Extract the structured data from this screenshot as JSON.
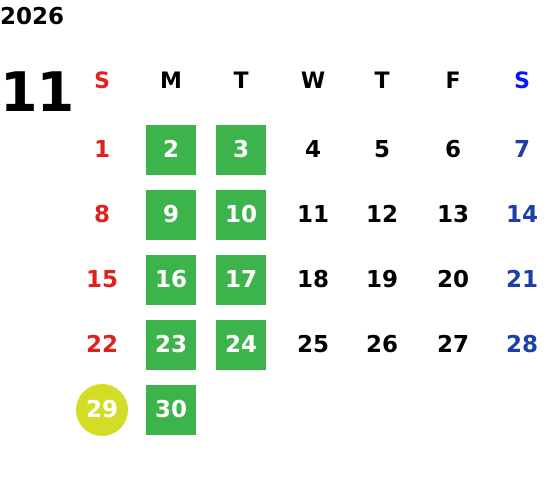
{
  "calendar": {
    "year": "2026",
    "month": "11",
    "colors": {
      "sunday": "#e0221f",
      "saturday": "#1f3fa8",
      "saturday_header": "#0018ff",
      "weekday": "#000000",
      "highlight_green": "#3cb44b",
      "highlight_yellow": "#d4dc26"
    },
    "weekdays": [
      {
        "label": "S",
        "kind": "sunday"
      },
      {
        "label": "M",
        "kind": "weekday"
      },
      {
        "label": "T",
        "kind": "weekday"
      },
      {
        "label": "W",
        "kind": "weekday"
      },
      {
        "label": "T",
        "kind": "weekday"
      },
      {
        "label": "F",
        "kind": "weekday"
      },
      {
        "label": "S",
        "kind": "saturday"
      }
    ],
    "weeks": [
      [
        {
          "day": "1",
          "kind": "sunday",
          "highlight": "none"
        },
        {
          "day": "2",
          "kind": "weekday",
          "highlight": "green"
        },
        {
          "day": "3",
          "kind": "weekday",
          "highlight": "green"
        },
        {
          "day": "4",
          "kind": "weekday",
          "highlight": "none"
        },
        {
          "day": "5",
          "kind": "weekday",
          "highlight": "none"
        },
        {
          "day": "6",
          "kind": "weekday",
          "highlight": "none"
        },
        {
          "day": "7",
          "kind": "saturday",
          "highlight": "none"
        }
      ],
      [
        {
          "day": "8",
          "kind": "sunday",
          "highlight": "none"
        },
        {
          "day": "9",
          "kind": "weekday",
          "highlight": "green"
        },
        {
          "day": "10",
          "kind": "weekday",
          "highlight": "green"
        },
        {
          "day": "11",
          "kind": "weekday",
          "highlight": "none"
        },
        {
          "day": "12",
          "kind": "weekday",
          "highlight": "none"
        },
        {
          "day": "13",
          "kind": "weekday",
          "highlight": "none"
        },
        {
          "day": "14",
          "kind": "saturday",
          "highlight": "none"
        }
      ],
      [
        {
          "day": "15",
          "kind": "sunday",
          "highlight": "none"
        },
        {
          "day": "16",
          "kind": "weekday",
          "highlight": "green"
        },
        {
          "day": "17",
          "kind": "weekday",
          "highlight": "green"
        },
        {
          "day": "18",
          "kind": "weekday",
          "highlight": "none"
        },
        {
          "day": "19",
          "kind": "weekday",
          "highlight": "none"
        },
        {
          "day": "20",
          "kind": "weekday",
          "highlight": "none"
        },
        {
          "day": "21",
          "kind": "saturday",
          "highlight": "none"
        }
      ],
      [
        {
          "day": "22",
          "kind": "sunday",
          "highlight": "none"
        },
        {
          "day": "23",
          "kind": "weekday",
          "highlight": "green"
        },
        {
          "day": "24",
          "kind": "weekday",
          "highlight": "green"
        },
        {
          "day": "25",
          "kind": "weekday",
          "highlight": "none"
        },
        {
          "day": "26",
          "kind": "weekday",
          "highlight": "none"
        },
        {
          "day": "27",
          "kind": "weekday",
          "highlight": "none"
        },
        {
          "day": "28",
          "kind": "saturday",
          "highlight": "none"
        }
      ],
      [
        {
          "day": "29",
          "kind": "sunday",
          "highlight": "yellow-circle"
        },
        {
          "day": "30",
          "kind": "weekday",
          "highlight": "green"
        }
      ]
    ]
  }
}
